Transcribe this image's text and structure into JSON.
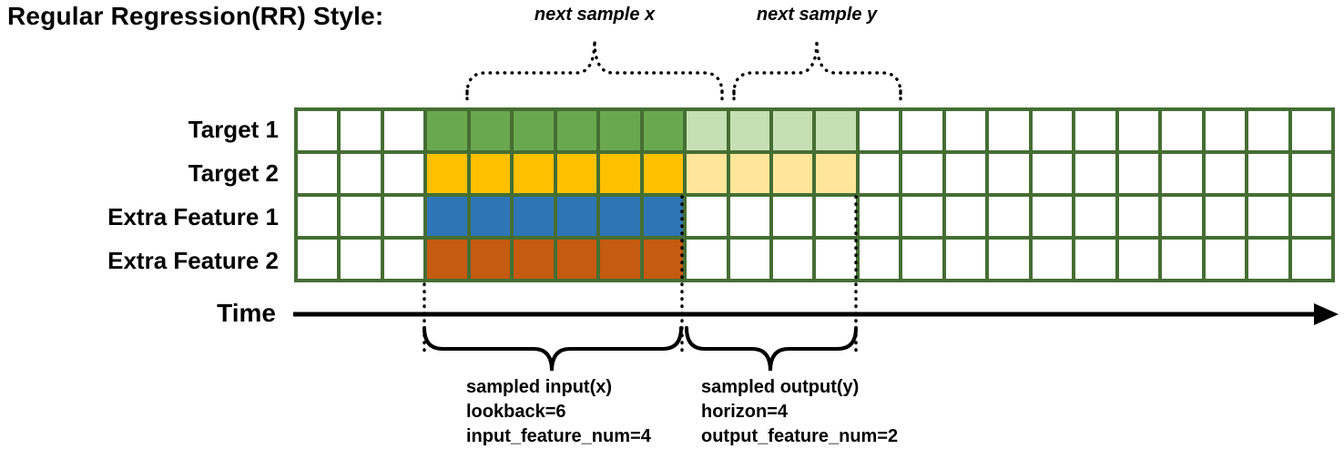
{
  "title": "Regular Regression(RR) Style:",
  "annotations": {
    "next_sample_x": "next sample x",
    "next_sample_y": "next sample y",
    "time_label": "Time",
    "input_lines": [
      "sampled input(x)",
      "lookback=6",
      "input_feature_num=4"
    ],
    "output_lines": [
      "sampled output(y)",
      "horizon=4",
      "output_feature_num=2"
    ]
  },
  "grid": {
    "columns": 24,
    "border_color": "#456e33",
    "empty_cell_color": "#ffffff",
    "input_range": {
      "start": 3,
      "end": 8
    },
    "output_range": {
      "start": 9,
      "end": 12
    },
    "rows": [
      {
        "label": "Target 1",
        "input_color": "#6aa84f",
        "output_color": "#c6e0b4"
      },
      {
        "label": "Target 2",
        "input_color": "#ffc000",
        "output_color": "#ffe699"
      },
      {
        "label": "Extra Feature 1",
        "input_color": "#2e75b6",
        "output_color": null
      },
      {
        "label": "Extra Feature 2",
        "input_color": "#c55a11",
        "output_color": null
      }
    ]
  }
}
